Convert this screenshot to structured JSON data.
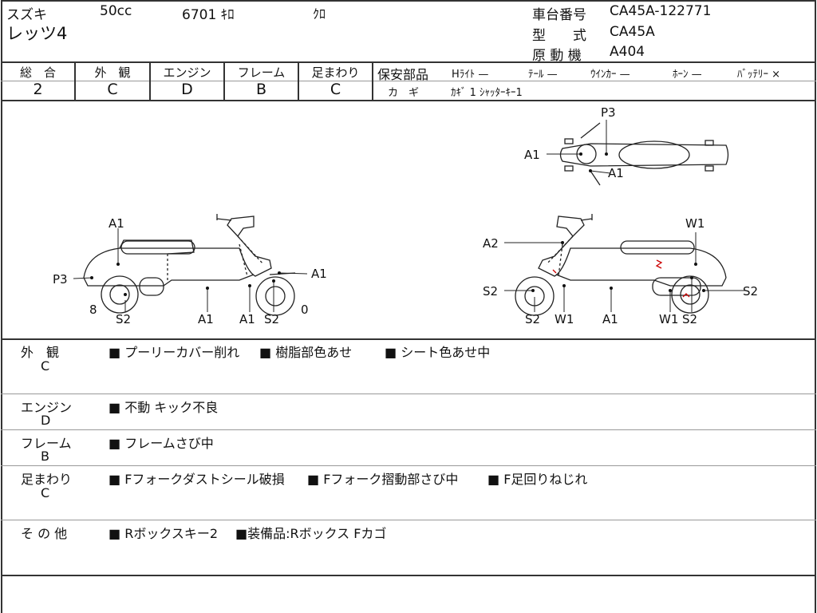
{
  "header": {
    "maker": "スズキ",
    "displacement": "50cc",
    "mileage": "6701 ｷﾛ",
    "color": "ｸﾛ",
    "model": "レッツ4",
    "chassis_label": "車台番号",
    "chassis_value": "CA45A-122771",
    "type_label": "型　　式",
    "type_value": "CA45A",
    "engine_label": "原 動 機",
    "engine_value": "A404"
  },
  "scores": [
    {
      "label": "総　合",
      "value": "2"
    },
    {
      "label": "外　観",
      "value": "C"
    },
    {
      "label": "エンジン",
      "value": "D"
    },
    {
      "label": "フレーム",
      "value": "B"
    },
    {
      "label": "足まわり",
      "value": "C"
    }
  ],
  "safety": {
    "label": "保安部品",
    "items": [
      "Hﾗｲﾄ —",
      "ﾃｰﾙ —",
      "ｳｲﾝｶｰ —",
      "ﾎｰﾝ —",
      "ﾊﾞｯﾃﾘｰ ×"
    ],
    "key_label": "カ　ギ",
    "key_value": "ｶｷﾞ 1 ｼｬｯﾀｰｷｰ1"
  },
  "diagram": {
    "left_labels": [
      "A1",
      "P3",
      "A1",
      "8",
      "S2",
      "A1",
      "A1",
      "S2",
      "0"
    ],
    "top_labels": [
      "P3",
      "A1",
      "A1"
    ],
    "right_labels": [
      "A2",
      "W1",
      "S2",
      "S2",
      "S2",
      "W1",
      "A1",
      "W1",
      "S2"
    ]
  },
  "remarks": [
    {
      "label": "外　観",
      "grade": "C",
      "items": [
        "■ プーリーカバー削れ",
        "■ 樹脂部色あせ",
        "■ シート色あせ中"
      ]
    },
    {
      "label": "エンジン",
      "grade": "D",
      "items": [
        "■ 不動 キック不良"
      ]
    },
    {
      "label": "フレーム",
      "grade": "B",
      "items": [
        "■ フレームさび中"
      ]
    },
    {
      "label": "足まわり",
      "grade": "C",
      "items": [
        "■ Fフォークダストシール破損",
        "■ Fフォーク摺動部さび中",
        "■ F足回りねじれ"
      ]
    },
    {
      "label": "そ の 他",
      "grade": "",
      "items": [
        "■ Rボックスキー2",
        "■装備品:Rボックス Fカゴ"
      ]
    }
  ],
  "colors": {
    "line": "#333333",
    "mark": "#cc0000"
  }
}
